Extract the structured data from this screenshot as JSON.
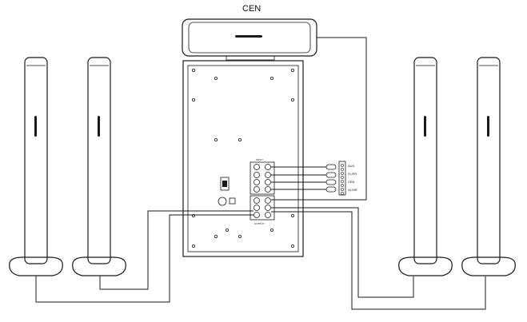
{
  "center_label": "CEN",
  "input_label": "INPUT",
  "output_label": "OUTPUT",
  "connections": [
    {
      "id": "aux",
      "label": "AUX"
    },
    {
      "id": "flfr",
      "label": "FL/FR"
    },
    {
      "id": "cen",
      "label": "CEN"
    },
    {
      "id": "slsr",
      "label": "SL/SR"
    }
  ],
  "speakers": [
    {
      "id": "front-left-outer"
    },
    {
      "id": "front-left-inner"
    },
    {
      "id": "front-right-inner"
    },
    {
      "id": "front-right-outer"
    }
  ],
  "colors": {
    "line": "#1a1a1a",
    "background": "#ffffff"
  }
}
